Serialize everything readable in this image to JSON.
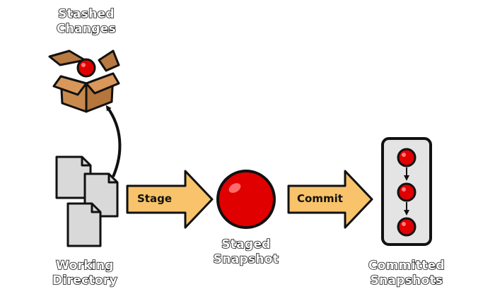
{
  "labels": {
    "stashed": [
      "Stashed",
      "Changes"
    ],
    "working": [
      "Working",
      "Directory"
    ],
    "staged": [
      "Staged",
      "Snapshot"
    ],
    "committed": [
      "Committed",
      "Snapshots"
    ]
  },
  "arrows": {
    "stage": "Stage",
    "commit": "Commit"
  },
  "colors": {
    "snapshot_red": "#e00000",
    "arrow_fill": "#f8c36a",
    "box_brown": "#c98a4e",
    "document_gray": "#d9d9d9",
    "stack_panel": "#e4e4e4"
  },
  "icons": {
    "stash": "open-box-icon",
    "files": "documents-icon",
    "snapshot": "red-circle-icon",
    "history": "commit-stack-icon"
  }
}
